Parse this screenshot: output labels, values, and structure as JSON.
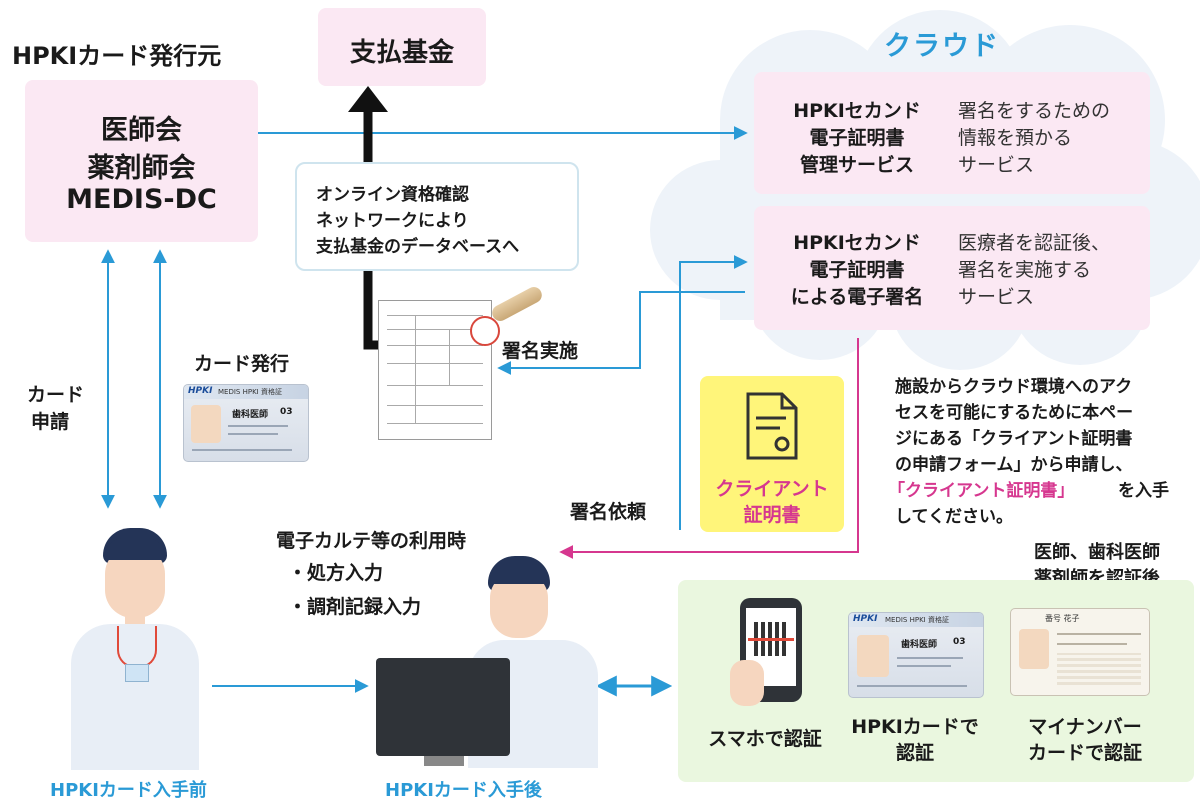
{
  "issuer": {
    "heading": "HPKIカード発行元",
    "lines": [
      "医師会",
      "薬剤師会",
      "MEDIS-DC"
    ]
  },
  "fund": {
    "label": "支払基金"
  },
  "cloud": {
    "label": "クラウド"
  },
  "services": [
    {
      "title": [
        "HPKIセカンド",
        "電子証明書",
        "管理サービス"
      ],
      "desc": [
        "署名をするための",
        "情報を預かる",
        "サービス"
      ]
    },
    {
      "title": [
        "HPKIセカンド",
        "電子証明書",
        "による電子署名"
      ],
      "desc": [
        "医療者を認証後、",
        "署名を実施する",
        "サービス"
      ]
    }
  ],
  "online_note": [
    "オンライン資格確認",
    "ネットワークにより",
    "支払基金のデータベースへ"
  ],
  "labels": {
    "signature_done": "署名実施",
    "card_issue": "カード発行",
    "card_apply": [
      "カード",
      "申請"
    ],
    "signature_request": "署名依頼",
    "before": "HPKIカード入手前",
    "after": "HPKIカード入手後"
  },
  "usage": {
    "title": "電子カルテ等の利用時",
    "items": [
      "・処方入力",
      "・調剤記録入力"
    ]
  },
  "client_cert": {
    "label": [
      "クライアント",
      "証明書"
    ]
  },
  "instruction": {
    "lines": [
      "施設からクラウド環境へのアク",
      "セスを可能にするために本ペー",
      "ジにある「クライアント証明書",
      "の申請フォーム」から申請し、"
    ],
    "highlight": "「クライアント証明書」",
    "after_highlight": "を入手",
    "last": "してください。"
  },
  "auth": {
    "note": [
      "医師、歯科医師",
      "薬剤師を認証後"
    ],
    "methods": [
      {
        "label": [
          "スマホで認証"
        ]
      },
      {
        "label": [
          "HPKIカードで",
          "認証"
        ]
      },
      {
        "label": [
          "マイナンバー",
          "カードで認証"
        ]
      }
    ]
  },
  "card_text": {
    "brand": "HPKI",
    "header": "MEDIS HPKI 資格証",
    "role": "歯科医師",
    "number": "03",
    "mynumber_name": "番号 花子"
  },
  "colors": {
    "pink_box": "#fbe8f3",
    "blue_arrow": "#2a9ad6",
    "magenta": "#d6378f",
    "cloud_blue": "#2a9ad6",
    "yellow_box": "#fff57a",
    "green_panel": "#eaf7df"
  },
  "icons": [
    "document-certificate-icon",
    "smartphone-qr-icon",
    "computer-monitor-icon"
  ]
}
